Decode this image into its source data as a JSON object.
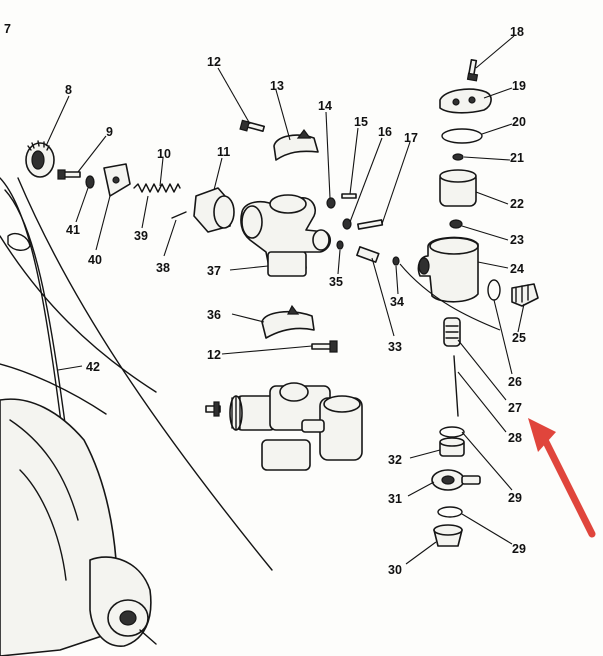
{
  "page_number": "7",
  "arrow_color": "#e0453c",
  "callouts": [
    "8",
    "9",
    "10",
    "11",
    "12",
    "13",
    "14",
    "15",
    "16",
    "17",
    "18",
    "19",
    "20",
    "21",
    "22",
    "23",
    "24",
    "25",
    "26",
    "27",
    "28",
    "29",
    "30",
    "31",
    "32",
    "33",
    "34",
    "35",
    "36",
    "37",
    "38",
    "39",
    "40",
    "41",
    "42"
  ],
  "second_callouts": {
    "12": "12",
    "29": "29"
  }
}
